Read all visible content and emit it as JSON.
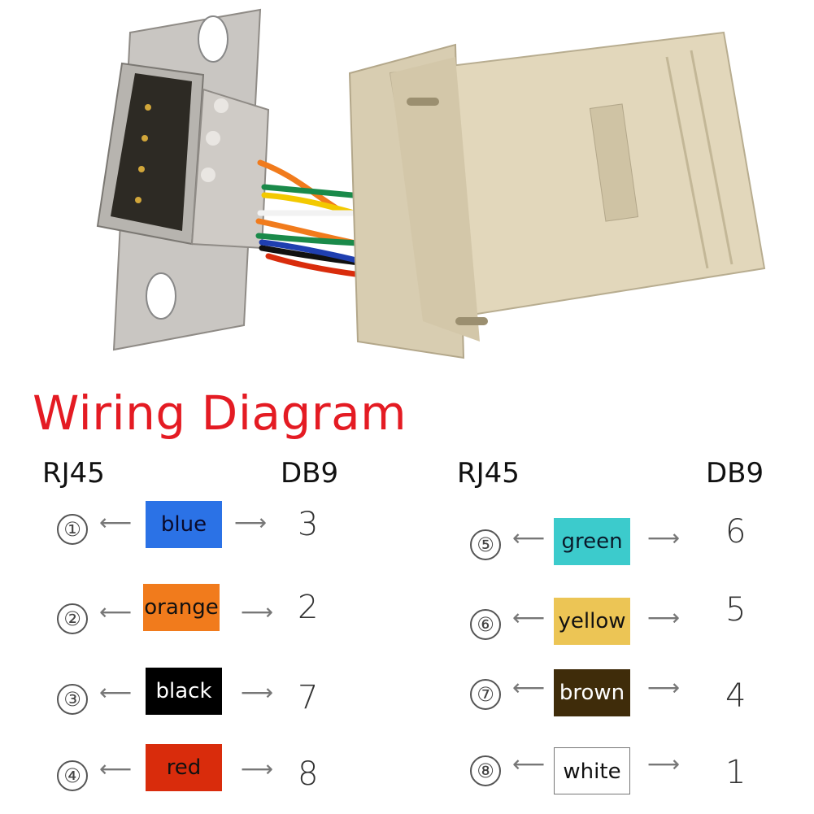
{
  "title": "Wiring Diagram",
  "left_table": {
    "header_left": "RJ45",
    "header_right": "DB9",
    "rows": [
      {
        "rj45": "①",
        "color": "blue",
        "bg": "#2b72e6",
        "fg": "#0a0a2a",
        "db9": "3"
      },
      {
        "rj45": "②",
        "color": "orange",
        "bg": "#f17b1c",
        "fg": "#111111",
        "db9": "2"
      },
      {
        "rj45": "③",
        "color": "black",
        "bg": "#000000",
        "fg": "#ffffff",
        "db9": "7"
      },
      {
        "rj45": "④",
        "color": "red",
        "bg": "#d92c0c",
        "fg": "#111111",
        "db9": "8"
      }
    ]
  },
  "right_table": {
    "header_left": "RJ45",
    "header_right": "DB9",
    "rows": [
      {
        "rj45": "⑤",
        "color": "green",
        "bg": "#3ccbcc",
        "fg": "#0a1a2a",
        "db9": "6"
      },
      {
        "rj45": "⑥",
        "color": "yellow",
        "bg": "#ecc555",
        "fg": "#111111",
        "db9": "5"
      },
      {
        "rj45": "⑦",
        "color": "brown",
        "bg": "#3f2c0a",
        "fg": "#ffffff",
        "db9": "4"
      },
      {
        "rj45": "⑧",
        "color": "white",
        "bg": "#ffffff",
        "fg": "#111111",
        "db9": "1"
      }
    ]
  },
  "arrows": {
    "left": "⟵",
    "right": "⟶"
  },
  "photo": {
    "subject": "DB9 male to RJ45 modular adapter with colored wires",
    "wire_colors": [
      "#f17b1c",
      "#1a8a4a",
      "#f3c900",
      "#ffffff",
      "#1f3fb0",
      "#111111",
      "#d92c0c"
    ]
  }
}
